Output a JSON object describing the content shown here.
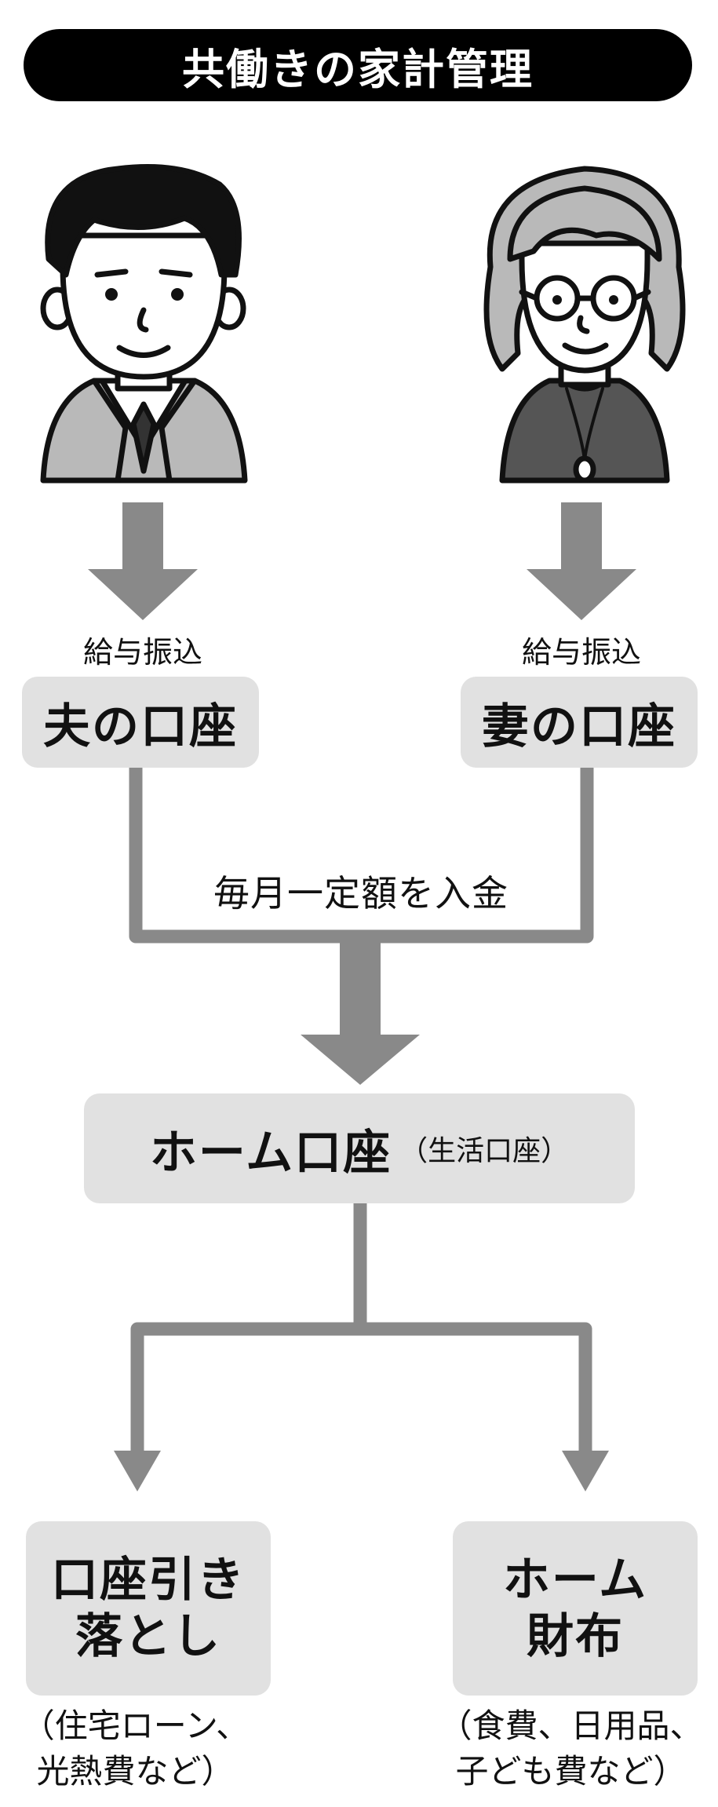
{
  "title": "共働きの家計管理",
  "husband": {
    "label": "給与振込",
    "account": "夫の口座"
  },
  "wife": {
    "label": "給与振込",
    "account": "妻の口座"
  },
  "transfer_label": "毎月一定額を入金",
  "home_account": {
    "title": "ホーム口座",
    "sub": "（生活口座）"
  },
  "debit": {
    "line1": "口座引き",
    "line2": "落とし",
    "note_line1": "（住宅ローン、",
    "note_line2": "光熱費など）"
  },
  "wallet": {
    "line1": "ホーム",
    "line2": "財布",
    "note_line1": "（食費、日用品、",
    "note_line2": "子ども費など）"
  },
  "colors": {
    "arrow": "#898989",
    "box": "#e1e1e1",
    "title_bg": "#000000",
    "text": "#111111"
  }
}
